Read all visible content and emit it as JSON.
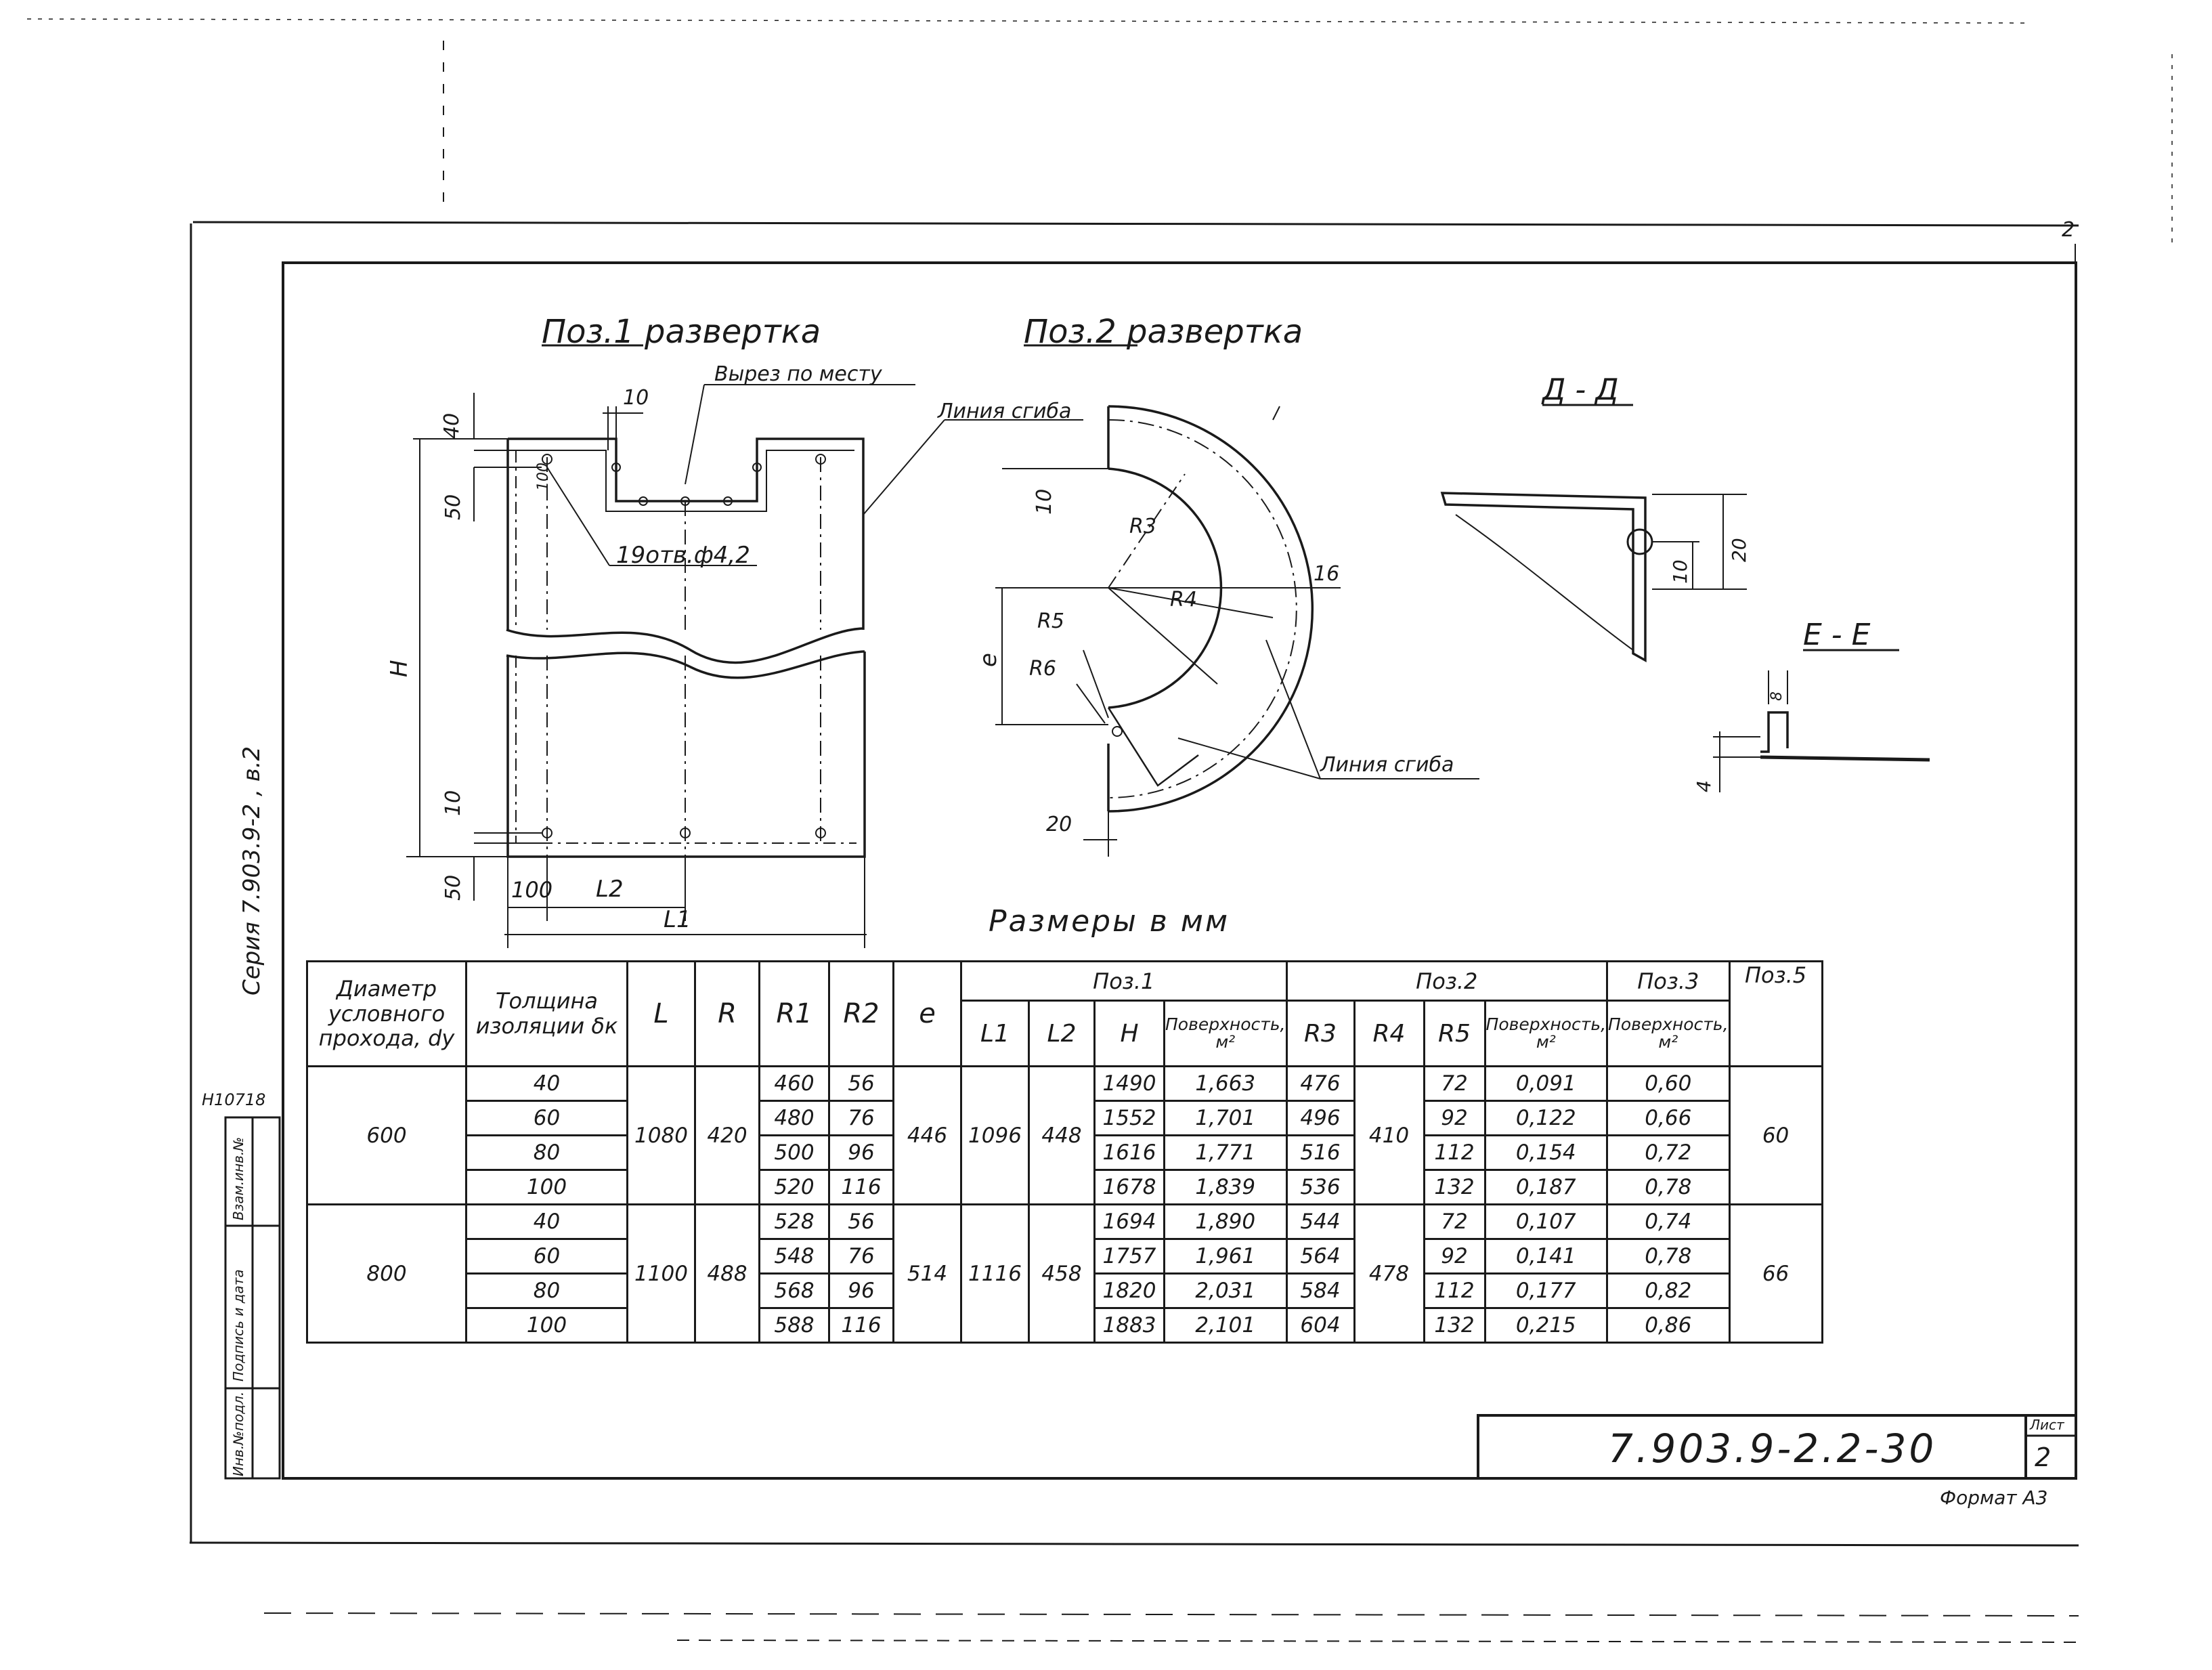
{
  "drawing": {
    "title_pos1": "Поз.1 развертка",
    "title_pos2": "Поз.2 развертка",
    "section_dd": "Д - Д",
    "section_ee": "Е - Е",
    "units_note": "Размеры в мм",
    "series": "Серия 7.903.9-2 , в.2",
    "doc_number": "7.903.9-2.2-30",
    "sheet_label": "Лист",
    "sheet_number": "2",
    "format": "Формат А3",
    "inventory_code": "Н10718",
    "side_stamp": [
      "Инв.№подл.",
      "Подпись и дата",
      "Взам.инв.№"
    ],
    "corner_mark": "2"
  },
  "pos1_labels": {
    "cutout": "Вырез по месту",
    "bend_line": "Линия сгиба",
    "holes": "19отв.ф4,2",
    "d40": "40",
    "d10_top": "10",
    "d100_side": "100",
    "d50_top": "50",
    "H": "Н",
    "d10_bot": "10",
    "d50_bot": "50",
    "d100_bot": "100",
    "L2": "L2",
    "L1": "L1"
  },
  "pos2_labels": {
    "d10": "10",
    "R3": "R3",
    "R4": "R4",
    "d16": "16",
    "R5": "R5",
    "R6": "R6",
    "e": "е",
    "d20": "20",
    "bend_line": "Линия сгиба"
  },
  "dd_labels": {
    "d10": "10",
    "d20": "20"
  },
  "ee_labels": {
    "d8": "8",
    "d4": "4"
  },
  "table": {
    "header": {
      "dn": "Диаметр условного прохода, dу",
      "thickness": "Толщина изоляции δк",
      "L": "L",
      "R": "R",
      "R1": "R1",
      "R2": "R2",
      "e": "е",
      "pos1": "Поз.1",
      "pos2": "Поз.2",
      "pos3": "Поз.3",
      "pos5": "Поз.5",
      "L1": "L1",
      "L2": "L2",
      "H": "Н",
      "surface": "Поверхность, м²",
      "R3": "R3",
      "R4": "R4",
      "R5": "R5"
    },
    "groups": [
      {
        "dn": "600",
        "L": "1080",
        "R": "420",
        "e": "446",
        "L1": "1096",
        "L2": "448",
        "R4": "410",
        "pos5": "60",
        "rows": [
          {
            "t": "40",
            "R1": "460",
            "R2": "56",
            "H": "1490",
            "S1": "1,663",
            "R3": "476",
            "R5": "72",
            "S2": "0,091",
            "S3": "0,60"
          },
          {
            "t": "60",
            "R1": "480",
            "R2": "76",
            "H": "1552",
            "S1": "1,701",
            "R3": "496",
            "R5": "92",
            "S2": "0,122",
            "S3": "0,66"
          },
          {
            "t": "80",
            "R1": "500",
            "R2": "96",
            "H": "1616",
            "S1": "1,771",
            "R3": "516",
            "R5": "112",
            "S2": "0,154",
            "S3": "0,72"
          },
          {
            "t": "100",
            "R1": "520",
            "R2": "116",
            "H": "1678",
            "S1": "1,839",
            "R3": "536",
            "R5": "132",
            "S2": "0,187",
            "S3": "0,78"
          }
        ]
      },
      {
        "dn": "800",
        "L": "1100",
        "R": "488",
        "e": "514",
        "L1": "1116",
        "L2": "458",
        "R4": "478",
        "pos5": "66",
        "rows": [
          {
            "t": "40",
            "R1": "528",
            "R2": "56",
            "H": "1694",
            "S1": "1,890",
            "R3": "544",
            "R5": "72",
            "S2": "0,107",
            "S3": "0,74"
          },
          {
            "t": "60",
            "R1": "548",
            "R2": "76",
            "H": "1757",
            "S1": "1,961",
            "R3": "564",
            "R5": "92",
            "S2": "0,141",
            "S3": "0,78"
          },
          {
            "t": "80",
            "R1": "568",
            "R2": "96",
            "H": "1820",
            "S1": "2,031",
            "R3": "584",
            "R5": "112",
            "S2": "0,177",
            "S3": "0,82"
          },
          {
            "t": "100",
            "R1": "588",
            "R2": "116",
            "H": "1883",
            "S1": "2,101",
            "R3": "604",
            "R5": "132",
            "S2": "0,215",
            "S3": "0,86"
          }
        ]
      }
    ]
  }
}
